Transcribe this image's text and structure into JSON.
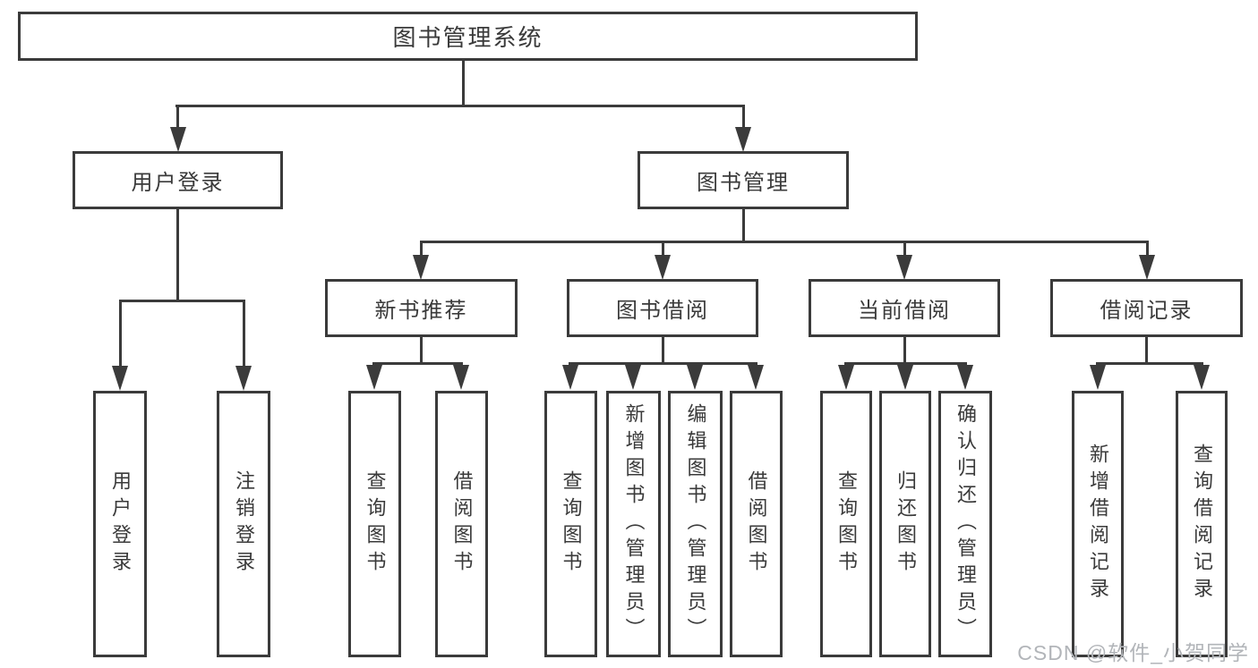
{
  "diagram": {
    "title": "图书管理系统",
    "level2": [
      {
        "label": "用户登录",
        "children": [
          {
            "label": "用户登录"
          },
          {
            "label": "注销登录"
          }
        ]
      },
      {
        "label": "图书管理",
        "children": [
          {
            "label": "新书推荐",
            "children": [
              {
                "label": "查询图书"
              },
              {
                "label": "借阅图书"
              }
            ]
          },
          {
            "label": "图书借阅",
            "children": [
              {
                "label": "查询图书"
              },
              {
                "label": "新增图书（管理员）"
              },
              {
                "label": "编辑图书（管理员）"
              },
              {
                "label": "借阅图书"
              }
            ]
          },
          {
            "label": "当前借阅",
            "children": [
              {
                "label": "查询图书"
              },
              {
                "label": "归还图书"
              },
              {
                "label": "确认归还（管理员）"
              }
            ]
          },
          {
            "label": "借阅记录",
            "children": [
              {
                "label": "新增借阅记录"
              },
              {
                "label": "查询借阅记录"
              }
            ]
          }
        ]
      }
    ]
  },
  "watermark": {
    "text": "CSDN @软件_小贺同学"
  },
  "colors": {
    "line": "#3b3b3b",
    "text": "#3a3a3a",
    "watermark": "#b2b5b9",
    "background": "#ffffff"
  }
}
